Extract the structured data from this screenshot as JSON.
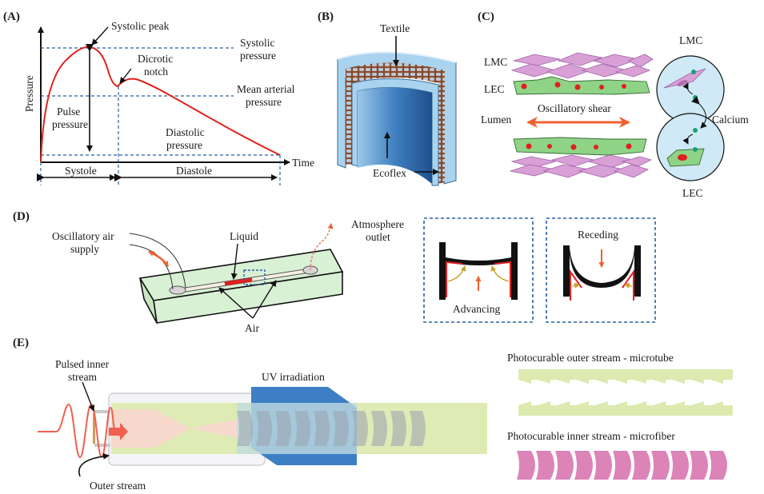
{
  "figure": {
    "panels": [
      {
        "id": "A",
        "label": "(A)",
        "y_axis_label": "Pressure",
        "x_axis_label": "Time",
        "annotations": {
          "systolic_peak": "Systolic peak",
          "dicrotic_notch_1": "Dicrotic",
          "dicrotic_notch_2": "notch",
          "systolic_pressure_1": "Systolic",
          "systolic_pressure_2": "pressure",
          "mean_arterial_1": "Mean arterial",
          "mean_arterial_2": "pressure",
          "pulse_pressure_1": "Pulse",
          "pulse_pressure_2": "pressure",
          "diastolic_pressure_1": "Diastolic",
          "diastolic_pressure_2": "pressure",
          "systole": "Systole",
          "diastole": "Diastole"
        }
      },
      {
        "id": "B",
        "label": "(B)",
        "annotations": {
          "textile": "Textile",
          "ecoflex": "Ecoflex"
        }
      },
      {
        "id": "C",
        "label": "(C)",
        "annotations": {
          "lmc_left": "LMC",
          "lec_left": "LEC",
          "oscillatory_shear": "Oscillatory shear",
          "lumen": "Lumen",
          "lmc_right": "LMC",
          "calcium": "Calcium",
          "lec_right": "LEC"
        }
      },
      {
        "id": "D",
        "label": "(D)",
        "annotations": {
          "air_supply_1": "Oscillatory air",
          "air_supply_2": "supply",
          "liquid": "Liquid",
          "outlet_1": "Atmosphere",
          "outlet_2": "outlet",
          "air": "Air",
          "advancing": "Advancing",
          "receding": "Receding"
        }
      },
      {
        "id": "E",
        "label": "(E)",
        "annotations": {
          "pulsed_1": "Pulsed inner",
          "pulsed_2": "stream",
          "uv": "UV irradiation",
          "outer_stream": "Outer stream",
          "microtube": "Photocurable outer stream - microtube",
          "microfiber": "Photocurable inner stream - microfiber"
        }
      }
    ],
    "colors": {
      "waveform_red": "#e0201b",
      "guide_blue": "#2b5ea8",
      "lmc_pink": "#d9a0d6",
      "lec_green": "#8fd486",
      "shear_orange": "#f06030",
      "chip_green": "#d8f0d4",
      "uv_blue": "#3d7fc4",
      "outer_stream_green": "#dceab0",
      "inner_stream_pink": "#f6d9cc",
      "microfiber_pink": "#dc84b8"
    }
  }
}
